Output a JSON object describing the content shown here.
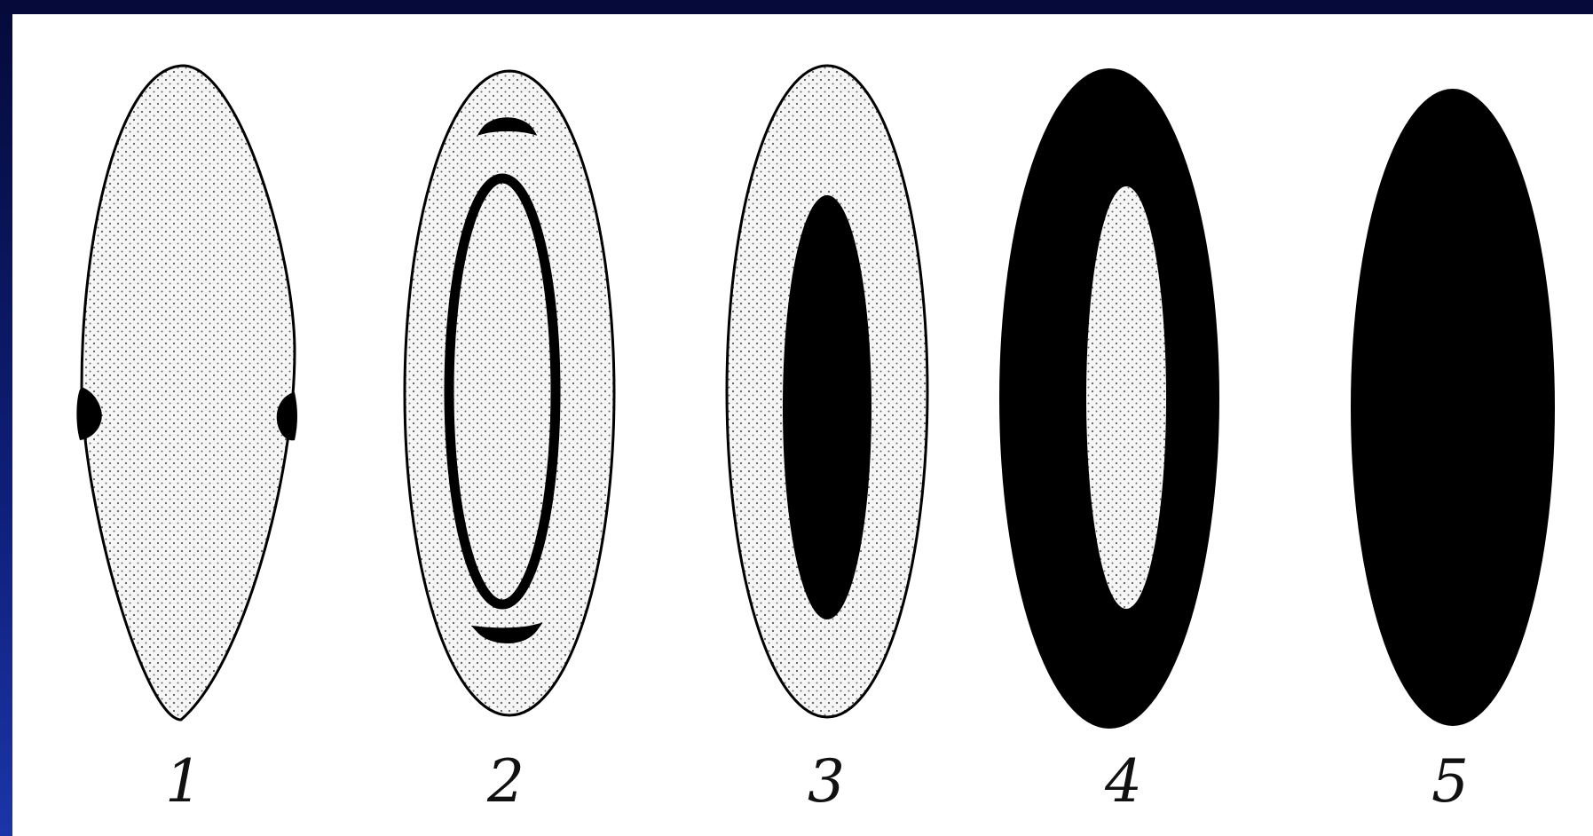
{
  "figure": {
    "labels": [
      "1",
      "2",
      "3",
      "4",
      "5"
    ],
    "colors": {
      "ink": "#000000",
      "fill": "#f4f4f4",
      "stipple": "#5a5a5a",
      "background": "#ffffff"
    }
  }
}
